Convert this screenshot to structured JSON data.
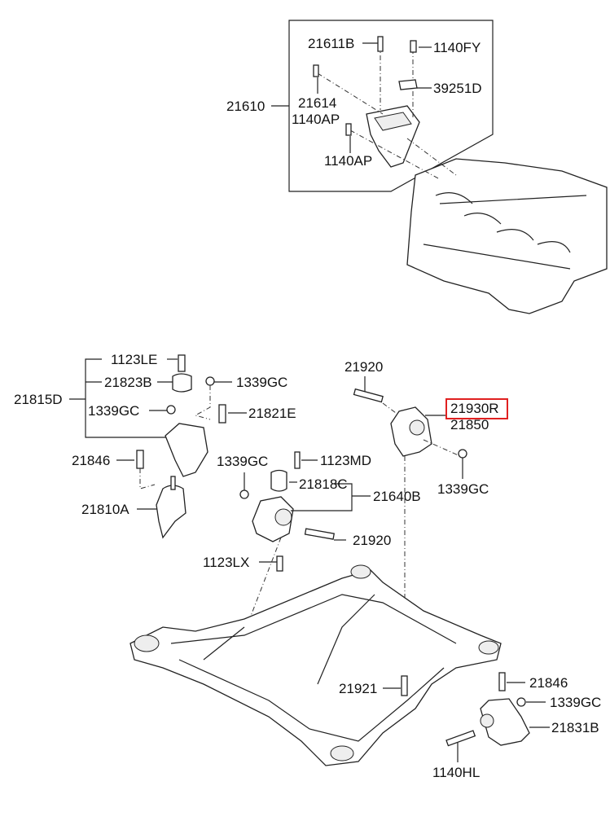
{
  "diagram": {
    "title": "Engine Mounting / Crossmember Parts Diagram",
    "highlight_color": "#e02020",
    "highlighted_part": "21930R",
    "upper_group": {
      "assembly": "21610",
      "parts": [
        "21611B",
        "1140FY",
        "39251D",
        "21614",
        "1140AP",
        "1140AP"
      ]
    },
    "left_group": {
      "assembly": "21815D",
      "parts": [
        "1123LE",
        "21823B",
        "1339GC",
        "1339GC",
        "21821E",
        "21846",
        "21810A"
      ]
    },
    "center_group": {
      "assembly": "21640B",
      "parts": [
        "1339GC",
        "1123MD",
        "21818C",
        "21920",
        "1123LX"
      ]
    },
    "right_group": {
      "parts": [
        "21920",
        "21930R",
        "21850",
        "1339GC"
      ]
    },
    "bottom_group": {
      "parts": [
        "21921",
        "21846",
        "1339GC",
        "21831B",
        "1140HL"
      ]
    }
  }
}
